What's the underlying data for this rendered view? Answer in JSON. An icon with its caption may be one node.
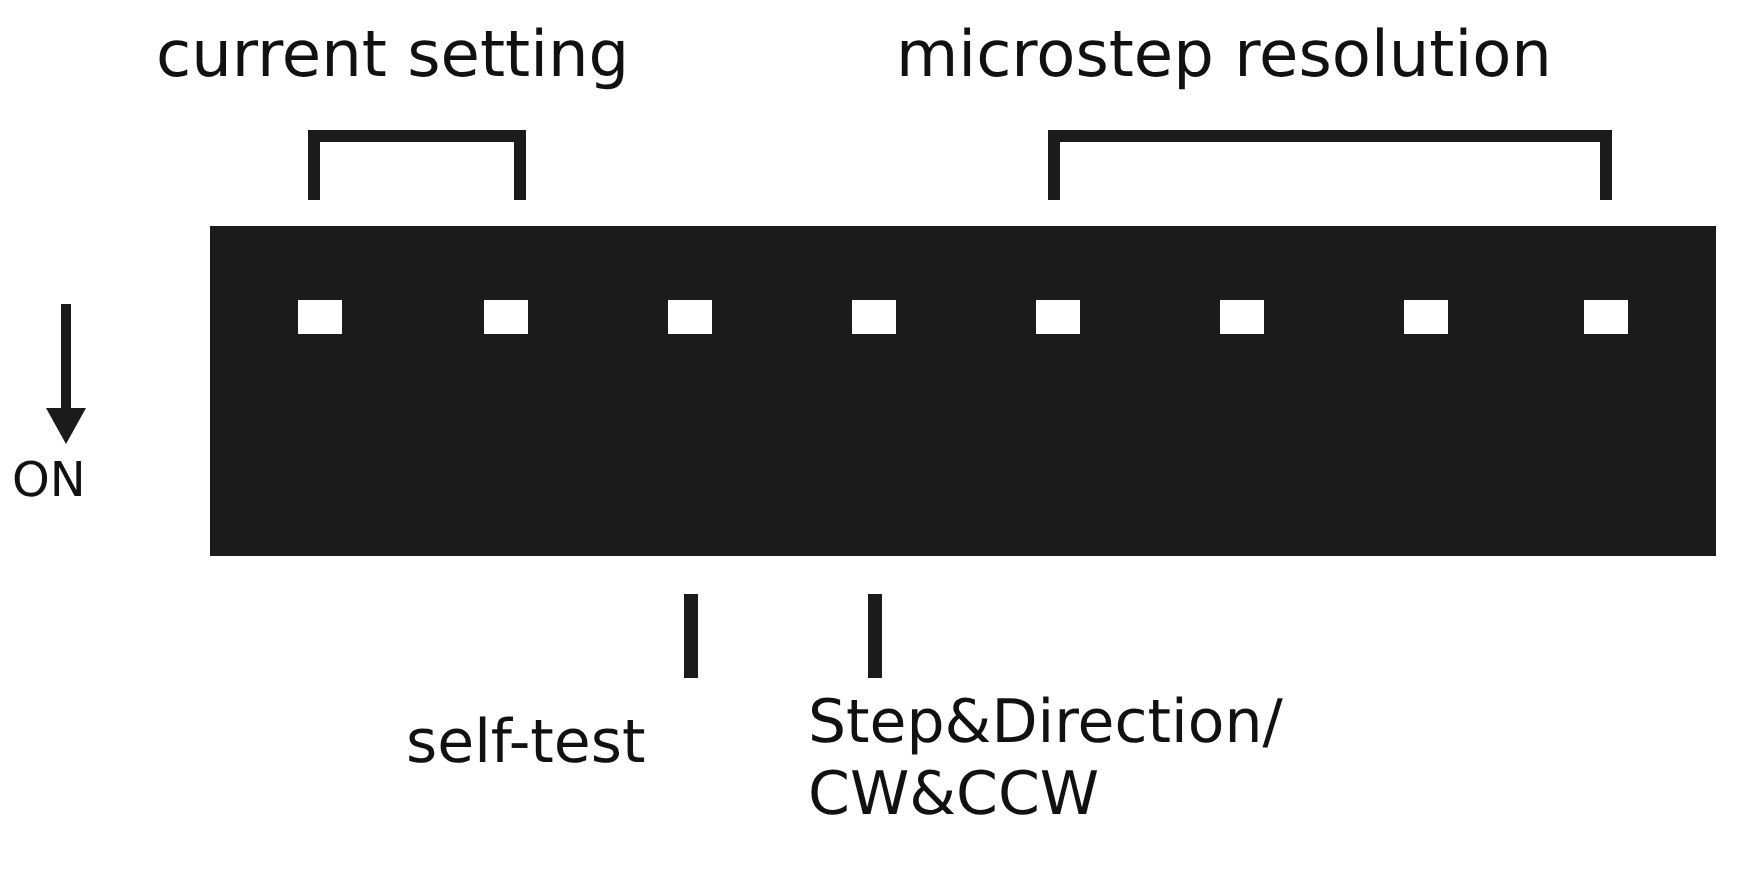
{
  "diagram": {
    "labels": [
      "current setting",
      "microstep resolution",
      "ON",
      "self-test",
      "Step&Direction/ CW&CCW"
    ]
  }
}
